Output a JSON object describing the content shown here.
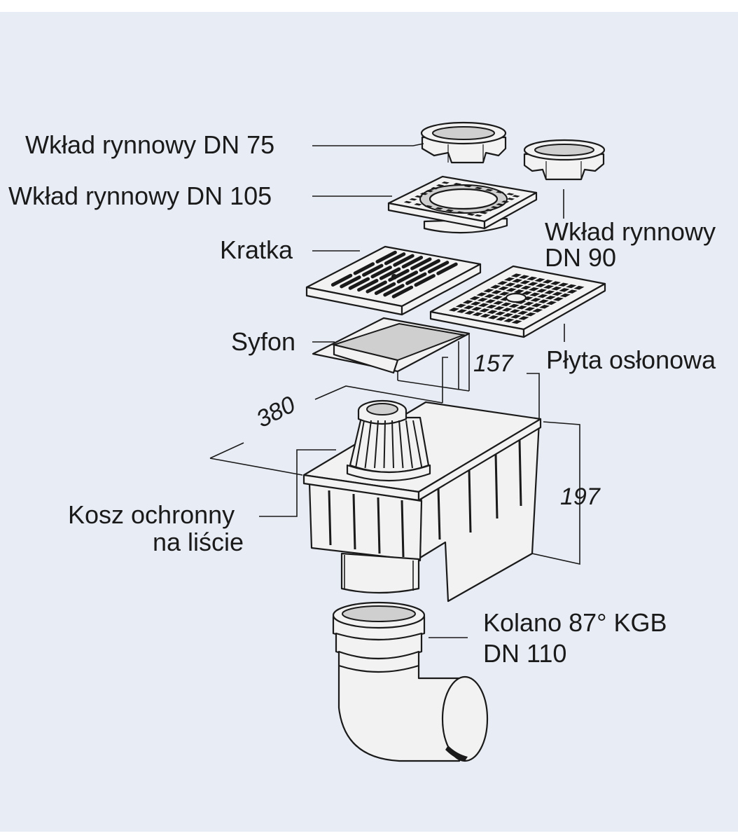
{
  "labels": {
    "wklad_dn75": "Wkład rynnowy DN 75",
    "wklad_dn105": "Wkład rynnowy DN 105",
    "wklad_dn90_line1": "Wkład rynnowy",
    "wklad_dn90_line2": "DN 90",
    "kratka": "Kratka",
    "syfon": "Syfon",
    "plyta_oslonowa": "Płyta osłonowa",
    "kosz_line1": "Kosz ochronny",
    "kosz_line2": "na liście",
    "kolano_line1": "Kolano 87° KGB",
    "kolano_line2": "DN 110"
  },
  "dimensions": {
    "length": "380",
    "width": "157",
    "height": "197"
  }
}
